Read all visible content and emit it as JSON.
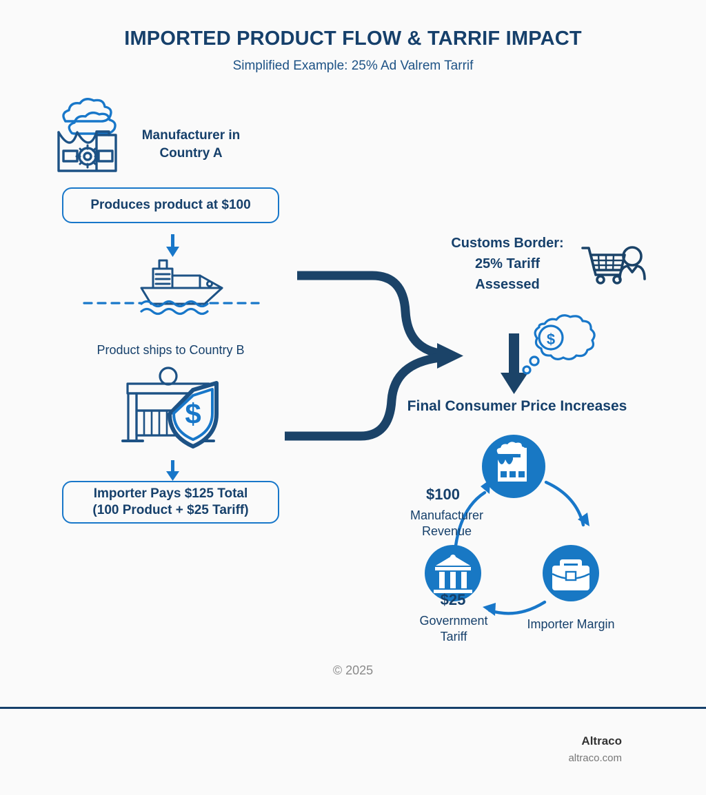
{
  "header": {
    "title": "IMPORTED PRODUCT FLOW & TARRIF IMPACT",
    "subtitle": "Simplified Example: 25% Ad Valrem Tarrif"
  },
  "colors": {
    "navy": "#16406b",
    "bright_blue": "#1877c9",
    "circle_blue": "#1878c4",
    "background": "#fafafa",
    "muted_gray": "#8a8a8a"
  },
  "left_flow": {
    "manufacturer_label": "Manufacturer in\nCountry A",
    "manufacturer_label_line1": "Manufacturer in",
    "manufacturer_label_line2": "Country A",
    "produces_box": "Produces product at $100",
    "ship_caption": "Product ships to Country B",
    "importer_box_line1": "Importer Pays $125 Total",
    "importer_box_line2": "(100 Product + $25 Tariff)",
    "icons": [
      "factory-icon",
      "cargo-ship-icon",
      "customs-gate-shield-icon"
    ],
    "arrows": [
      "down-arrow-to-ship",
      "down-arrow-to-importer-box"
    ]
  },
  "right_flow": {
    "customs_line1": "Customs Border:",
    "customs_line2": "25% Tariff",
    "customs_line3": "Assessed",
    "final_price_label": "Final Consumer Price Increases",
    "icons": [
      "shopping-cart-consumer-icon",
      "thought-bubble-dollar-icon",
      "down-arrow-thick"
    ],
    "merge_arrow": "merge-arrow-to-consumer"
  },
  "cycle": {
    "nodes": [
      {
        "id": "manufacturer",
        "icon": "factory-circle-icon",
        "amount": "$100",
        "label_line1": "Manufacturer",
        "label_line2": "Revenue"
      },
      {
        "id": "importer",
        "icon": "briefcase-circle-icon",
        "amount": "",
        "label_line1": "Importer Margin",
        "label_line2": ""
      },
      {
        "id": "government",
        "icon": "bank-circle-icon",
        "amount": "$25",
        "label_line1": "Government",
        "label_line2": "Tariff"
      }
    ]
  },
  "footer": {
    "copyright": "© 2025",
    "brand": "Altraco",
    "url": "altraco.com"
  }
}
